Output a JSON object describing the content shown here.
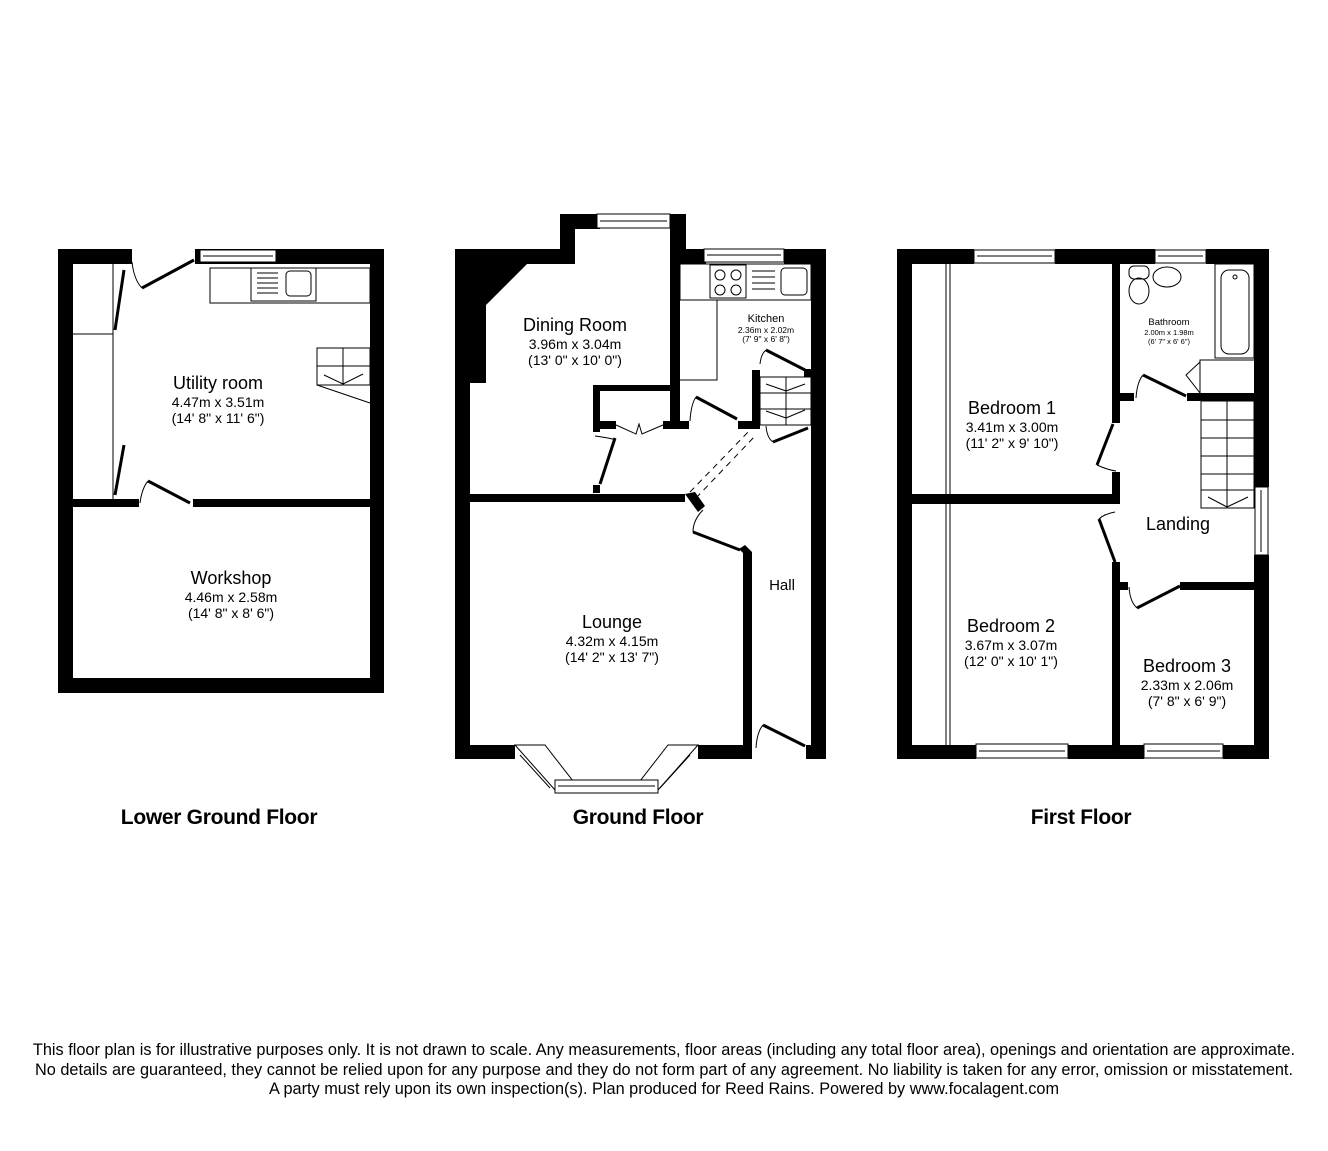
{
  "floors": [
    {
      "title": "Lower Ground Floor",
      "rooms": [
        {
          "name": "Utility room",
          "metric": "4.47m x 3.51m",
          "imperial": "(14' 8\" x 11' 6\")"
        },
        {
          "name": "Workshop",
          "metric": "4.46m x 2.58m",
          "imperial": "(14' 8\" x 8' 6\")"
        }
      ]
    },
    {
      "title": "Ground Floor",
      "rooms": [
        {
          "name": "Dining Room",
          "metric": "3.96m x 3.04m",
          "imperial": "(13' 0\" x 10' 0\")"
        },
        {
          "name": "Kitchen",
          "metric": "2.36m x 2.02m",
          "imperial": "(7' 9\" x 6' 8\")"
        },
        {
          "name": "Lounge",
          "metric": "4.32m x 4.15m",
          "imperial": "(14' 2\" x 13' 7\")"
        },
        {
          "name": "Hall"
        }
      ]
    },
    {
      "title": "First Floor",
      "rooms": [
        {
          "name": "Bedroom 1",
          "metric": "3.41m x 3.00m",
          "imperial": "(11' 2\" x 9' 10\")"
        },
        {
          "name": "Bathroom",
          "metric": "2.00m x 1.98m",
          "imperial": "(6' 7\" x 6' 6\")"
        },
        {
          "name": "Landing"
        },
        {
          "name": "Bedroom 2",
          "metric": "3.67m x 3.07m",
          "imperial": "(12' 0\" x 10' 1\")"
        },
        {
          "name": "Bedroom 3",
          "metric": "2.33m x 2.06m",
          "imperial": "(7' 8\" x 6' 9\")"
        }
      ]
    }
  ],
  "disclaimer": "This floor plan is for illustrative purposes only. It is not drawn to scale. Any measurements, floor areas (including any total floor area), openings and orientation are approximate. No details are guaranteed, they cannot be relied upon for any purpose and they do not form part of any agreement. No liability is taken for any error, omission or misstatement. A party must rely upon its own inspection(s). Plan produced for Reed Rains. Powered by www.focalagent.com",
  "colors": {
    "wall": "#000000",
    "background": "#ffffff"
  }
}
